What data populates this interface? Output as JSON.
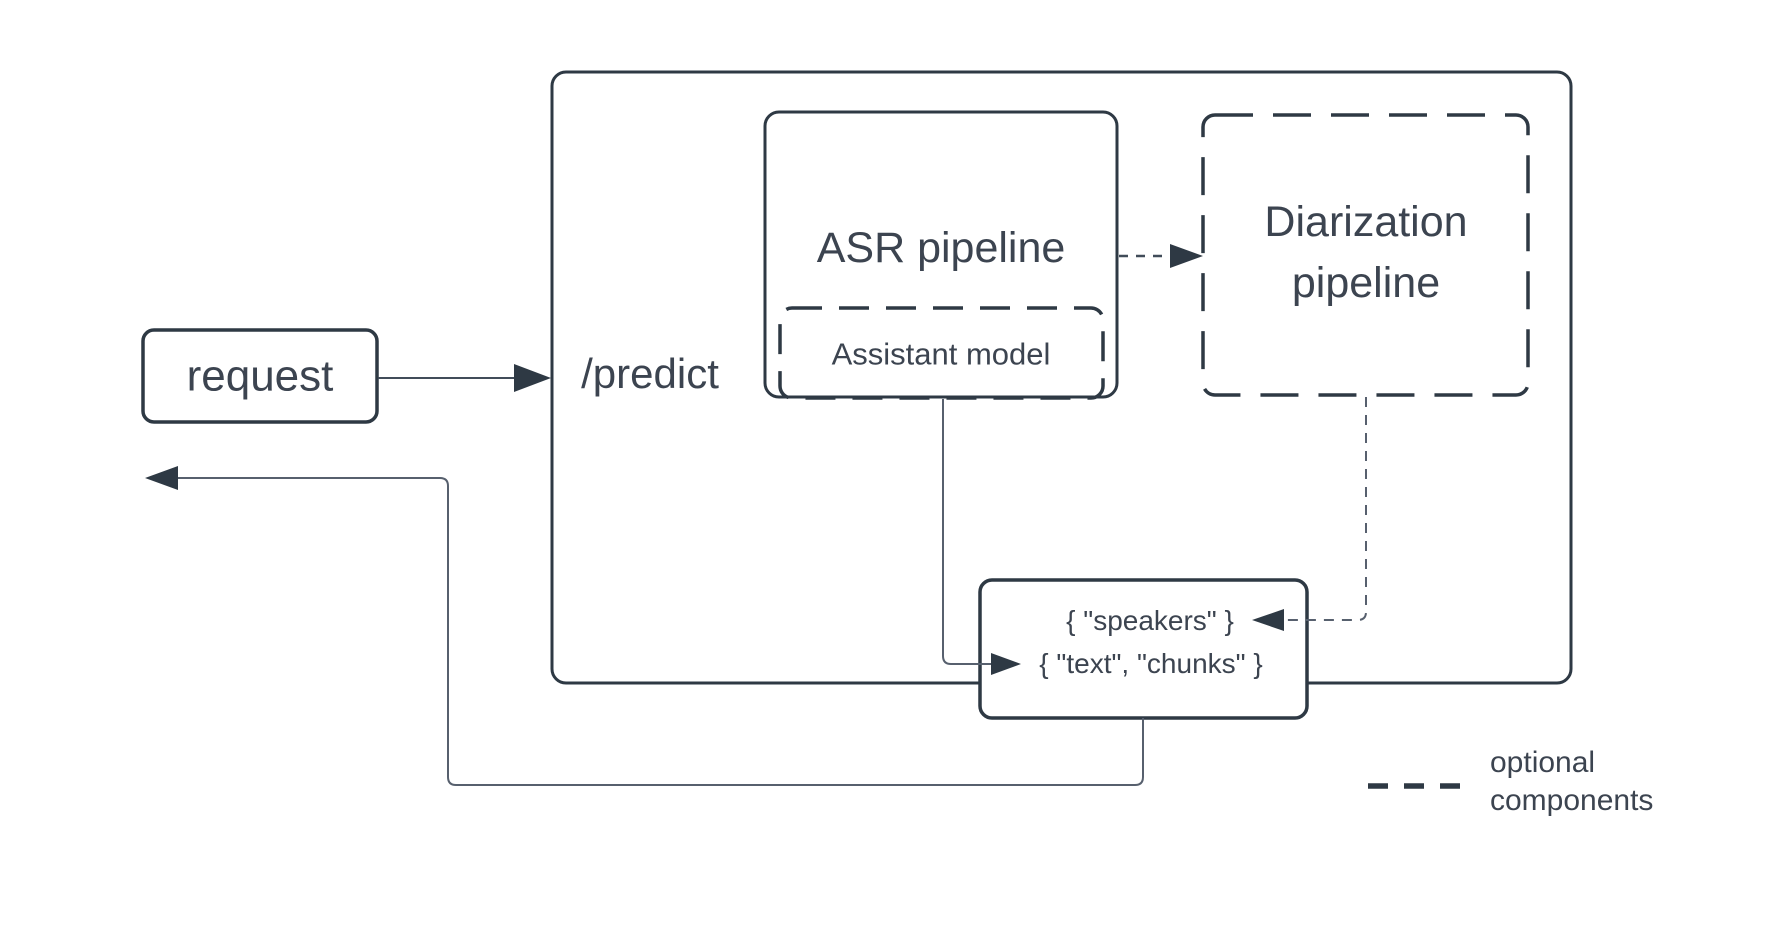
{
  "nodes": {
    "request": {
      "label": "request"
    },
    "predict_endpoint": {
      "label": "/predict"
    },
    "asr_pipeline": {
      "label": "ASR pipeline"
    },
    "assistant_model": {
      "label": "Assistant model"
    },
    "diarization_pipeline": {
      "line1": "Diarization",
      "line2": "pipeline"
    },
    "response_payload": {
      "line1": "{ \"speakers\" }",
      "line2": "{ \"text\", \"chunks\" }"
    }
  },
  "legend": {
    "line1": "optional",
    "line2": "components"
  },
  "colors": {
    "box_border": "#2e3944",
    "text": "#3c4450",
    "connector": "#57606e",
    "background": "#ffffff"
  }
}
